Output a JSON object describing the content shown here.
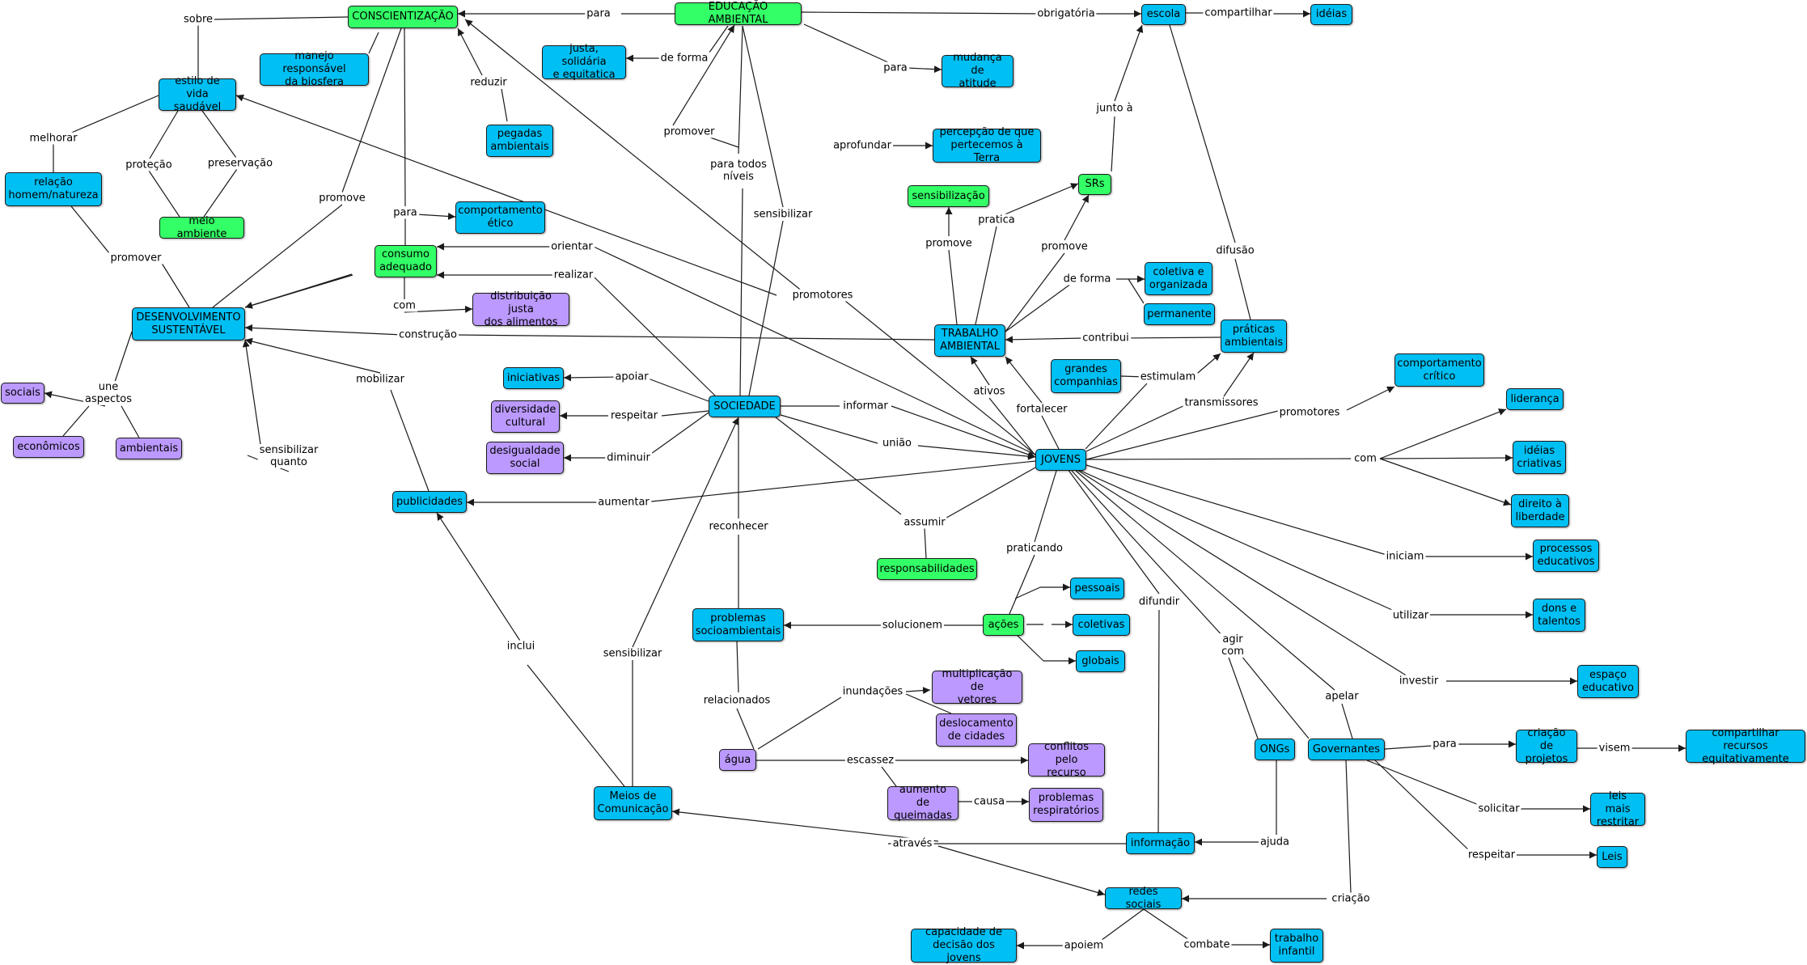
{
  "colors": {
    "concept_blue": "#00bff3",
    "concept_green": "#33ff66",
    "concept_purple": "#bb99ff",
    "line": "#1a1a1a"
  },
  "concepts": {
    "conscientizacao": "CONSCIENTIZAÇÃO",
    "educacao_ambiental": "EDUCAÇÃO AMBIENTAL",
    "escola": "escola",
    "ideias": "idéias",
    "manejo": "manejo responsável\nda biosfera",
    "justa": "justa, solidária\ne equitatica",
    "estilo_vida": "estilo de vida\nsaudável",
    "mudanca_atitude": "mudança de\natitude",
    "pegadas": "pegadas\nambientais",
    "percepcao": "percepção de que\npertecemos à Terra",
    "srs": "SRs",
    "relacao": "relação\nhomem/natureza",
    "sensibilizacao": "sensibilização",
    "meio_ambiente": "meio ambiente",
    "comportamento_etico": "comportamento\nético",
    "consumo_adequado": "consumo\nadequado",
    "coletiva_organizada": "coletiva e\norganizada",
    "permanente": "permanente",
    "desenvolvimento": "DESENVOLVIMENTO\nSUSTENTÁVEL",
    "distribuicao": "distribuição justa\ndos alimentos",
    "trabalho_ambiental": "TRABALHO\nAMBIENTAL",
    "praticas_ambientais": "práticas\nambientais",
    "grandes_companhias": "grandes\ncompanhias",
    "comportamento_critico": "comportamento\ncrítico",
    "sociais": "sociais",
    "iniciativas": "iniciativas",
    "lideranca": "liderança",
    "diversidade": "diversidade\ncultural",
    "sociedade": "SOCIEDADE",
    "economicos": "econômicos",
    "ambientais": "ambientais",
    "ideias_criativas": "idéias\ncriativas",
    "desigualdade": "desigualdade\nsocial",
    "jovens": "JOVENS",
    "direito_liberdade": "direito à\nliberdade",
    "publicidades": "publicidades",
    "processos_educativos": "processos\neducativos",
    "responsabilidades": "responsabilidades",
    "pessoais": "pessoais",
    "problemas_socio": "problemas\nsocioambientais",
    "acoes": "ações",
    "coletivas": "coletivas",
    "dons_talentos": "dons e\ntalentos",
    "globais": "globais",
    "espaco_educativo": "espaço\neducativo",
    "multiplicacao": "multiplicação de\nvetores",
    "deslocamento": "deslocamento\nde cidades",
    "agua": "água",
    "conflitos": "conflitos pelo\nrecurso",
    "ongs": "ONGs",
    "governantes": "Governantes",
    "criacao_projetos": "criação de\nprojetos",
    "compartilhar_recursos": "compartilhar recursos\nequitativamente",
    "meios_comunicacao": "Meios de\nComunicação",
    "aumento_queimadas": "aumento de\nqueimadas",
    "problemas_respiratorios": "problemas\nrespiratórios",
    "leis_restritar": "leis mais\nrestritar",
    "informacao": "informação",
    "leis": "Leis",
    "redes_sociais": "redes sociais",
    "capacidade_decisao": "capacidade de\ndecisão dos jovens",
    "trabalho_infantil": "trabalho\ninfantil"
  },
  "links": {
    "sobre": "sobre",
    "para_ea": "para",
    "obrigatoria": "obrigatória",
    "compartilhar": "compartilhar",
    "de_forma_justa": "de forma",
    "para_mudanca": "para",
    "reduzir": "reduzir",
    "melhorar": "melhorar",
    "promover_ea": "promover",
    "aprofundar": "aprofundar",
    "junto_a": "junto à",
    "protecao": "proteção",
    "preservacao": "preservação",
    "para_todos": "para todos\nníveis",
    "promove_consc": "promove",
    "para_etico": "para",
    "pratica": "pratica",
    "sensibilizar_ea": "sensibilizar",
    "promover_dev": "promover",
    "promove_sens": "promove",
    "promove_srs": "promove",
    "difusao": "difusão",
    "orientar": "orientar",
    "de_forma_trab": "de forma",
    "realizar": "realizar",
    "promotores_mid": "promotores",
    "com_dist": "com",
    "construcao": "construção",
    "contribui": "contribui",
    "une_aspectos": "une\naspectos",
    "mobilizar": "mobilizar",
    "apoiar": "apoiar",
    "estimulam": "estimulam",
    "ativos": "ativos",
    "transmissores": "transmissores",
    "promotores_jov": "promotores",
    "informar": "informar",
    "fortalecer": "fortalecer",
    "respeitar_div": "respeitar",
    "sensibilizar_quanto": "sensibilizar\nquanto",
    "uniao": "união",
    "diminuir": "diminuir",
    "com_jov": "com",
    "aumentar": "aumentar",
    "assumir": "assumir",
    "reconhecer": "reconhecer",
    "praticando": "praticando",
    "iniciam": "iniciam",
    "solucionem": "solucionem",
    "utilizar": "utilizar",
    "difundir": "difundir",
    "inclui": "inclui",
    "sensibilizar_mc": "sensibilizar",
    "agir_com": "agir\ncom",
    "investir": "investir",
    "relacionados": "relacionados",
    "inundacoes": "inundações",
    "apelar": "apelar",
    "escassez": "escassez",
    "para_gov": "para",
    "visem": "visem",
    "causa": "causa",
    "solicitar": "solicitar",
    "ajuda": "ajuda",
    "atraves": "através",
    "respeitar_leis": "respeitar",
    "criacao": "criação",
    "apoiem": "apoiem",
    "combate": "combate"
  }
}
